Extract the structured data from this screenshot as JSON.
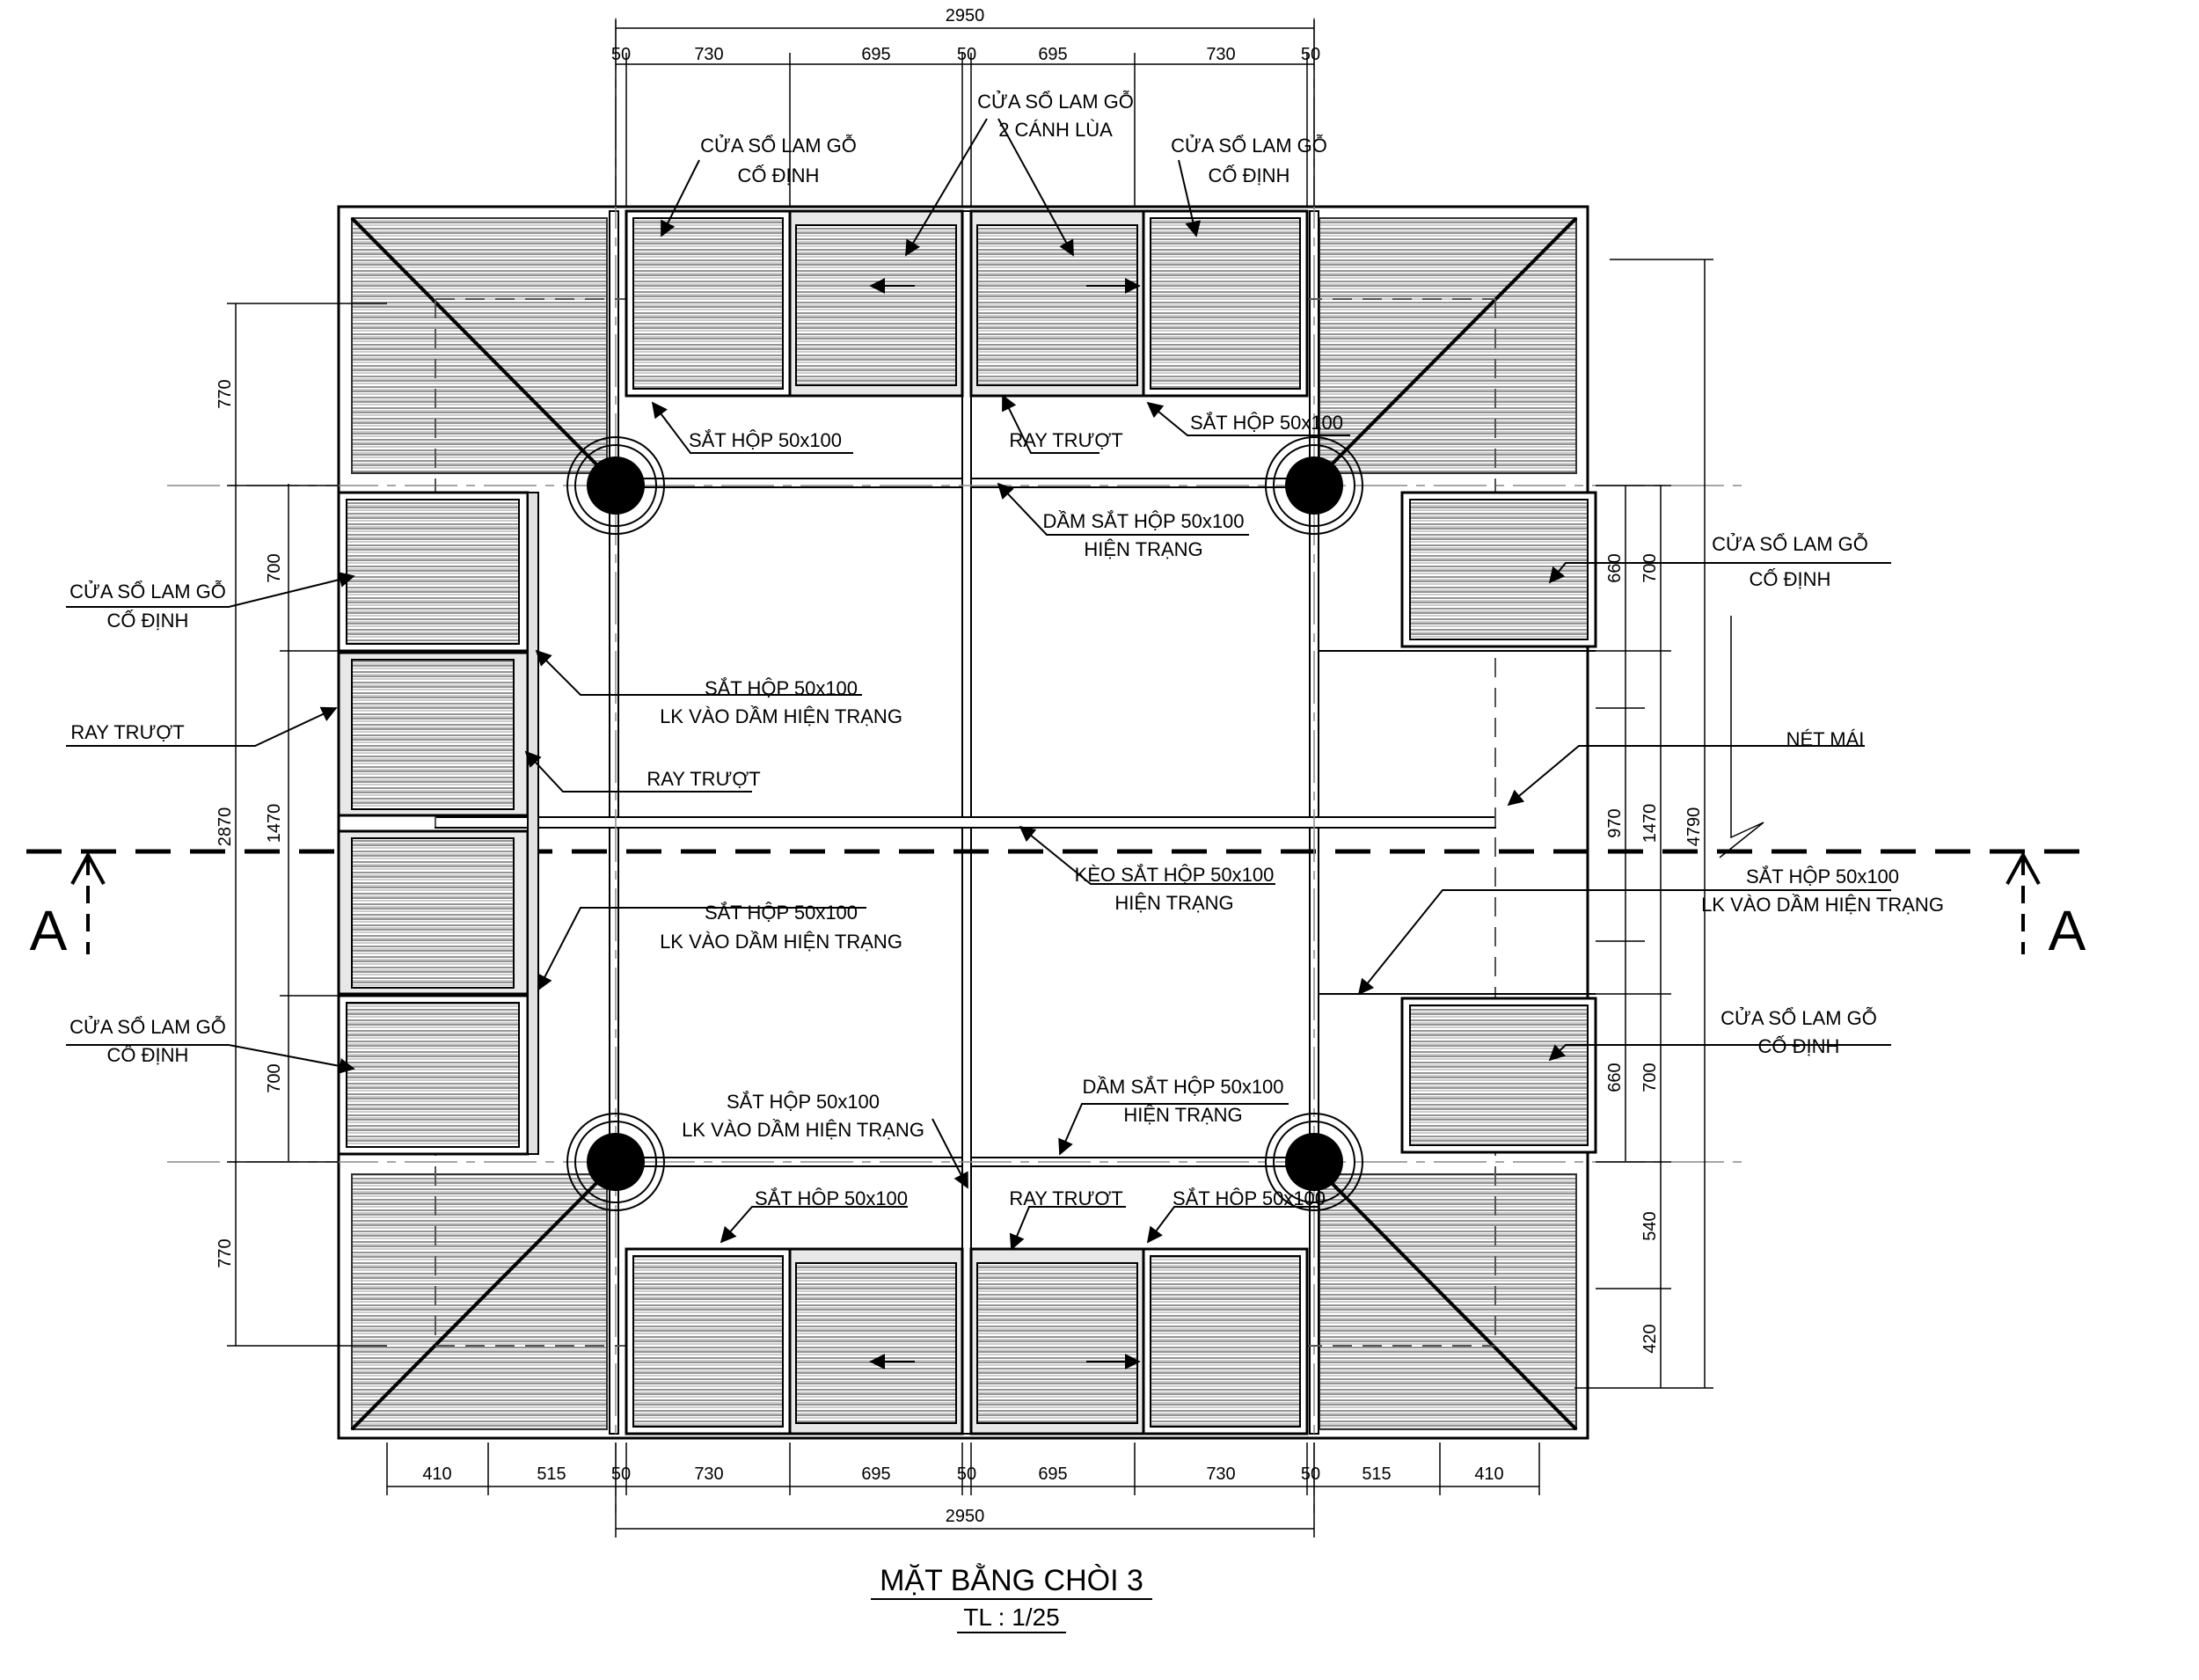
{
  "drawing": {
    "title": "MẶT BẰNG CHÒI 3",
    "scale": "TL : 1/25",
    "section_mark": "A"
  },
  "dimensions": {
    "top_total": "2950",
    "top_parts": [
      "50",
      "730",
      "695",
      "50",
      "695",
      "730",
      "50"
    ],
    "bottom_total": "2950",
    "bottom_parts": [
      "410",
      "515",
      "50",
      "730",
      "695",
      "50",
      "695",
      "730",
      "50",
      "515",
      "410"
    ],
    "left_outer": "2870",
    "left_parts": [
      "770",
      "700",
      "1470",
      "700",
      "770"
    ],
    "right_outer": "4790",
    "right_inner": [
      "660",
      "700",
      "970",
      "1470",
      "660",
      "700",
      "540",
      "420"
    ]
  },
  "labels": {
    "cua_so_co_dinh_1": "CỬA SỔ LAM GỖ",
    "cua_so_co_dinh_2": "CỐ ĐỊNH",
    "cua_so_lua_1": "CỬA SỔ LAM GỖ",
    "cua_so_lua_2": "2 CÁNH LÙA",
    "sat_hop": "SẮT HỘP 50x100",
    "ray_truot": "RAY TRƯỢT",
    "dam_sat_1": "DẦM SẮT HỘP 50x100",
    "hien_trang": "HIỆN TRẠNG",
    "lk_vao_dam": "LK VÀO DẦM HIỆN TRẠNG",
    "keo_sat": "KÈO SẮT HỘP 50x100",
    "net_mai": "NÉT MÁI"
  }
}
